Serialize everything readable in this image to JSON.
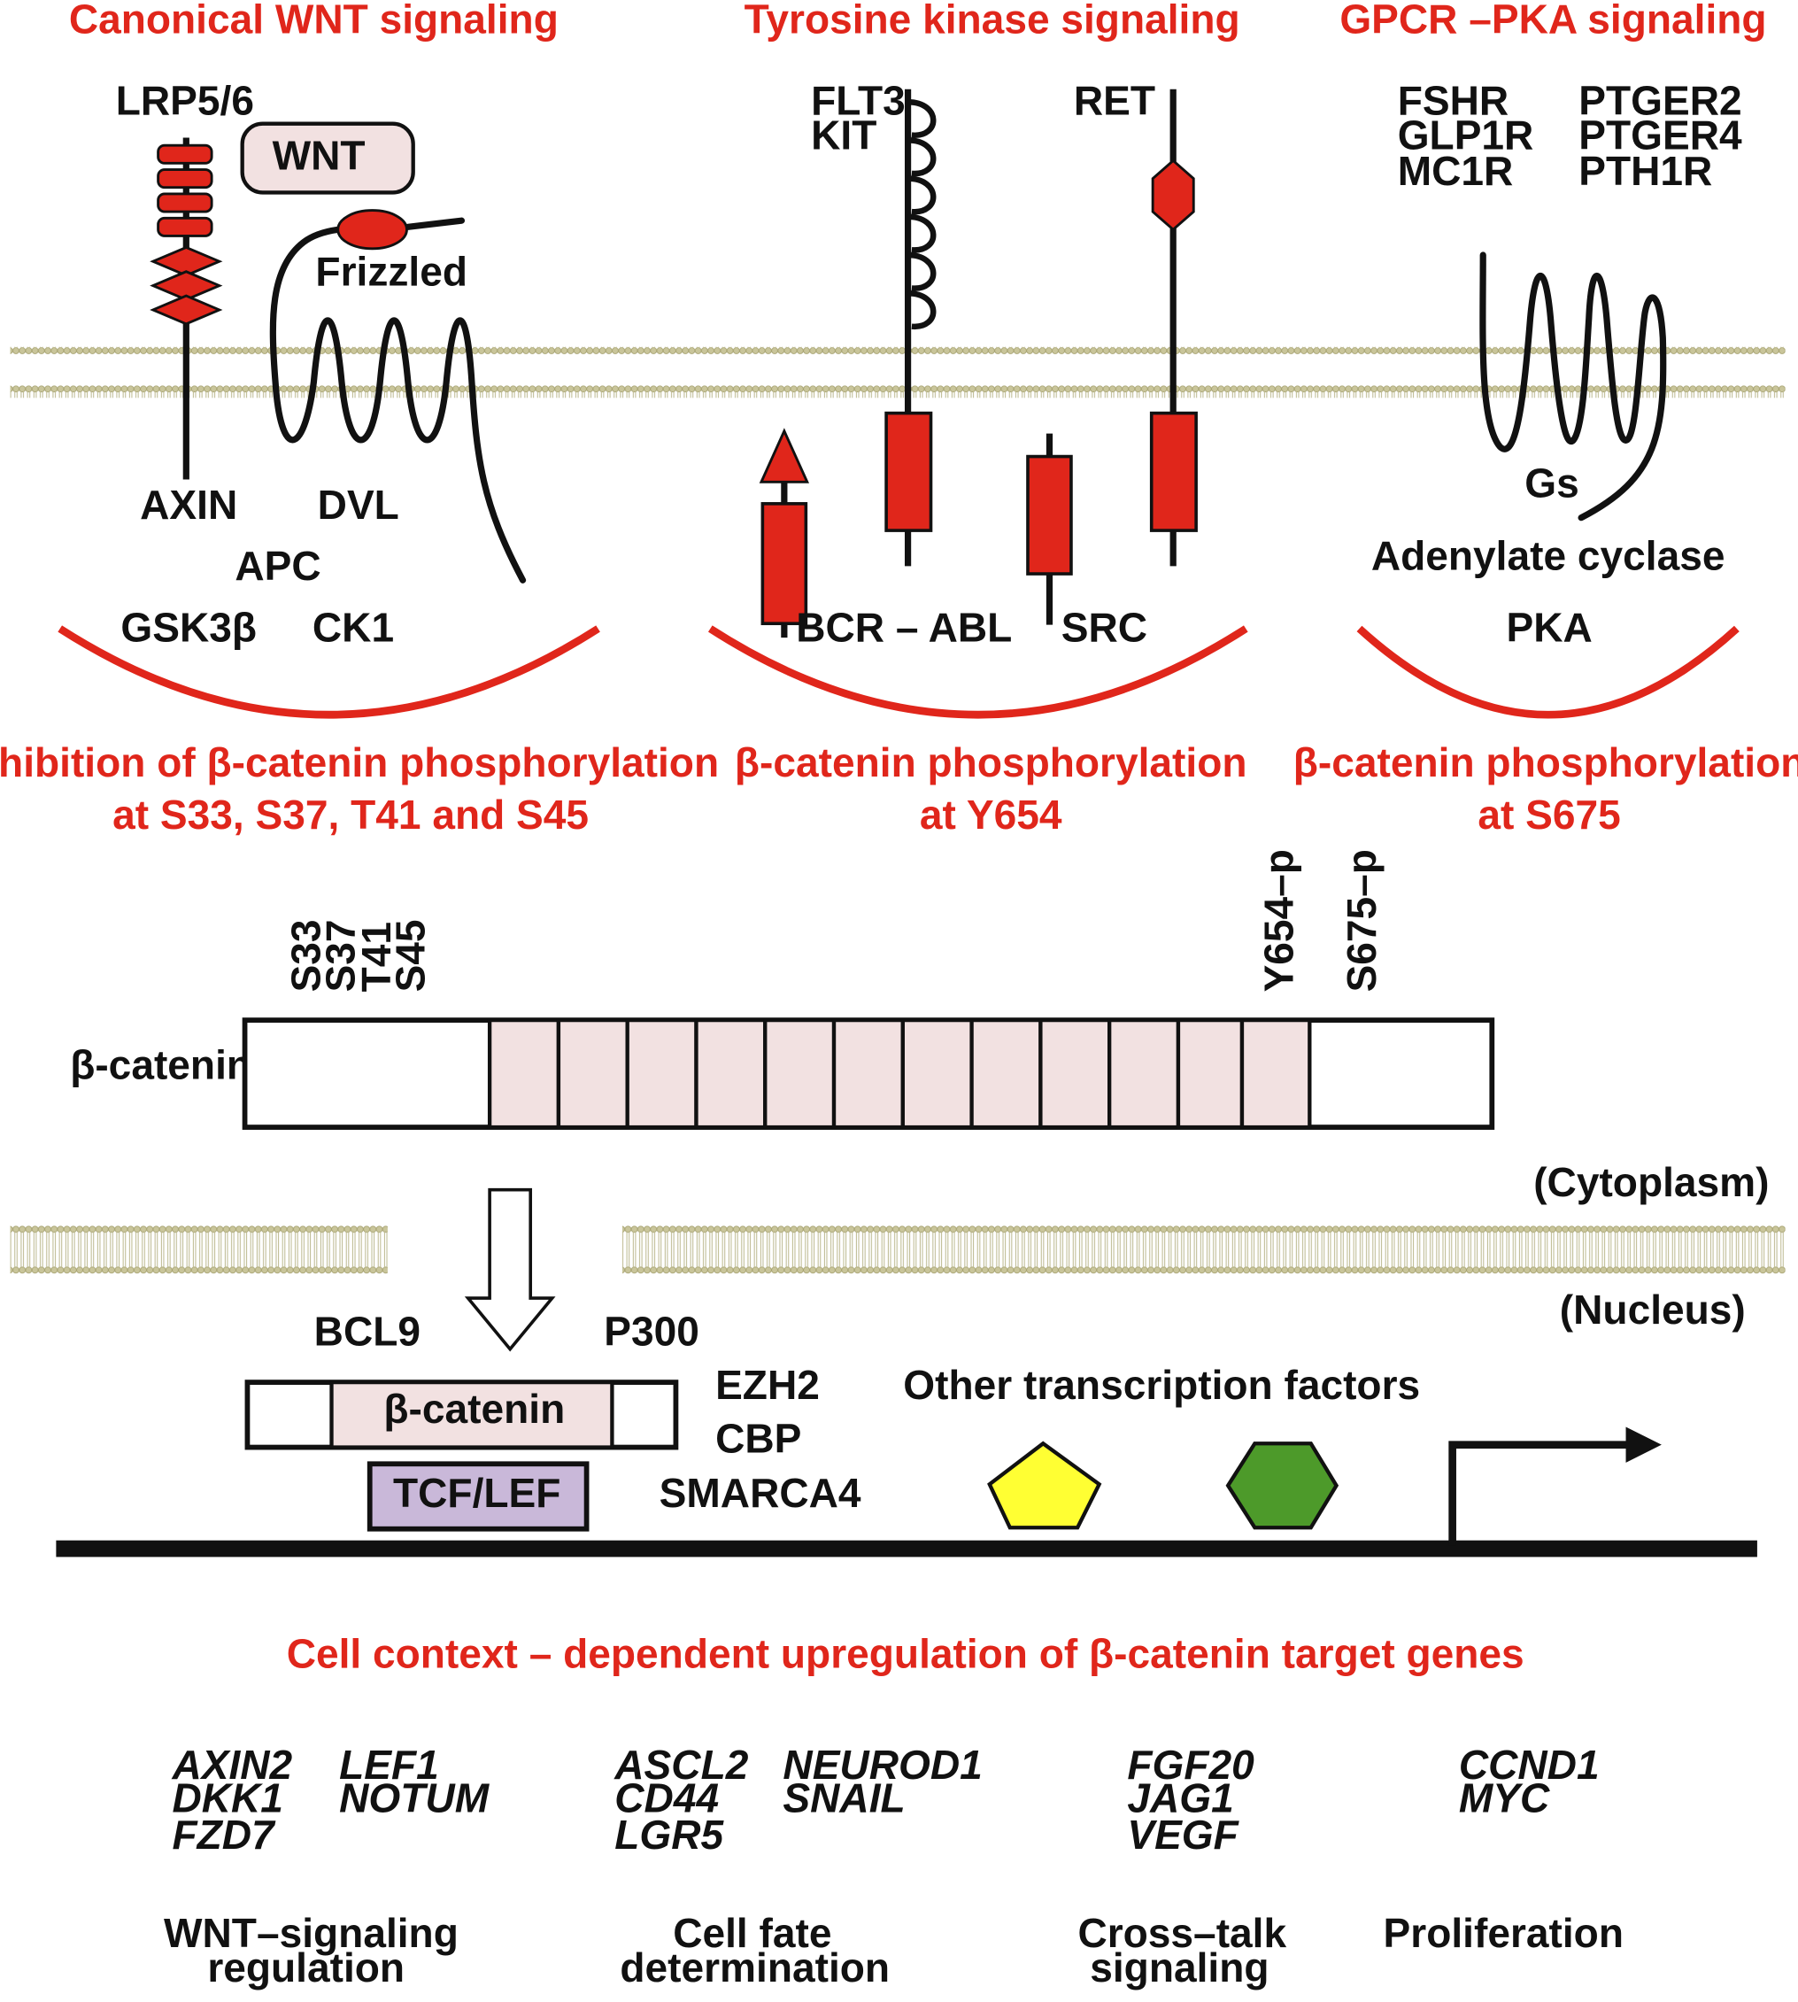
{
  "colors": {
    "red": "#e0261b",
    "membrane": "#c9c59a",
    "membrane_dark": "#a8a473",
    "pink_box": "#f2e1e1",
    "purple_box": "#c9b8d9",
    "yellow": "#ffff33",
    "green": "#4d9a2a"
  },
  "pathways": {
    "wnt": {
      "title": "Canonical WNT signaling",
      "lrp": "LRP5/6",
      "wnt": "WNT",
      "frizzled": "Frizzled",
      "axin": "AXIN",
      "dvl": "DVL",
      "apc": "APC",
      "gsk": "GSK3β",
      "ck1": "CK1",
      "effect_line1": "Inhibition of β-catenin phosphorylation",
      "effect_line2": "at S33, S37, T41 and S45"
    },
    "tk": {
      "title": "Tyrosine kinase signaling",
      "flt3": "FLT3",
      "kit": "KIT",
      "ret": "RET",
      "bcr_abl": "BCR – ABL",
      "src": "SRC",
      "effect_line1": "β-catenin phosphorylation",
      "effect_line2": "at Y654"
    },
    "gpcr": {
      "title": "GPCR –PKA  signaling",
      "receptors_col1": [
        "FSHR",
        "GLP1R",
        "MC1R"
      ],
      "receptors_col2": [
        "PTGER2",
        "PTGER4",
        "PTH1R"
      ],
      "gs": "Gs",
      "adenylate": "Adenylate  cyclase",
      "pka": "PKA",
      "effect_line1": "β-catenin phosphorylation",
      "effect_line2": "at S675"
    }
  },
  "beta_catenin": {
    "label": "β-catenin",
    "sites_n": [
      "S33",
      "S37",
      "T41",
      "S45"
    ],
    "site_y654": "Y654–p",
    "site_s675": "S675–p"
  },
  "compartments": {
    "cytoplasm": "(Cytoplasm)",
    "nucleus": "(Nucleus)"
  },
  "nucleus": {
    "bcl9": "BCL9",
    "p300": "P300",
    "ezh2": "EZH2",
    "cbp": "CBP",
    "smarca4": "SMARCA4",
    "beta_catenin": "β-catenin",
    "tcf_lef": "TCF/LEF",
    "other_tf": "Other transcription factors"
  },
  "upregulation_title": "Cell  context – dependent  upregulation  of  β-catenin  target  genes",
  "gene_groups": [
    {
      "genes_a": [
        "AXIN2",
        "DKK1",
        "FZD7"
      ],
      "genes_b": [
        "LEF1",
        "NOTUM"
      ],
      "category_line1": "WNT–signaling",
      "category_line2": "regulation"
    },
    {
      "genes_a": [
        "ASCL2",
        "CD44",
        "LGR5"
      ],
      "genes_b": [
        "NEUROD1",
        "SNAIL"
      ],
      "category_line1": "Cell fate",
      "category_line2": "determination"
    },
    {
      "genes_a": [
        "FGF20",
        "JAG1",
        "VEGF"
      ],
      "category_line1": "Cross–talk",
      "category_line2": "signaling"
    },
    {
      "genes_a": [
        "CCND1",
        "MYC"
      ],
      "category_line1": "Proliferation",
      "category_line2": ""
    }
  ]
}
